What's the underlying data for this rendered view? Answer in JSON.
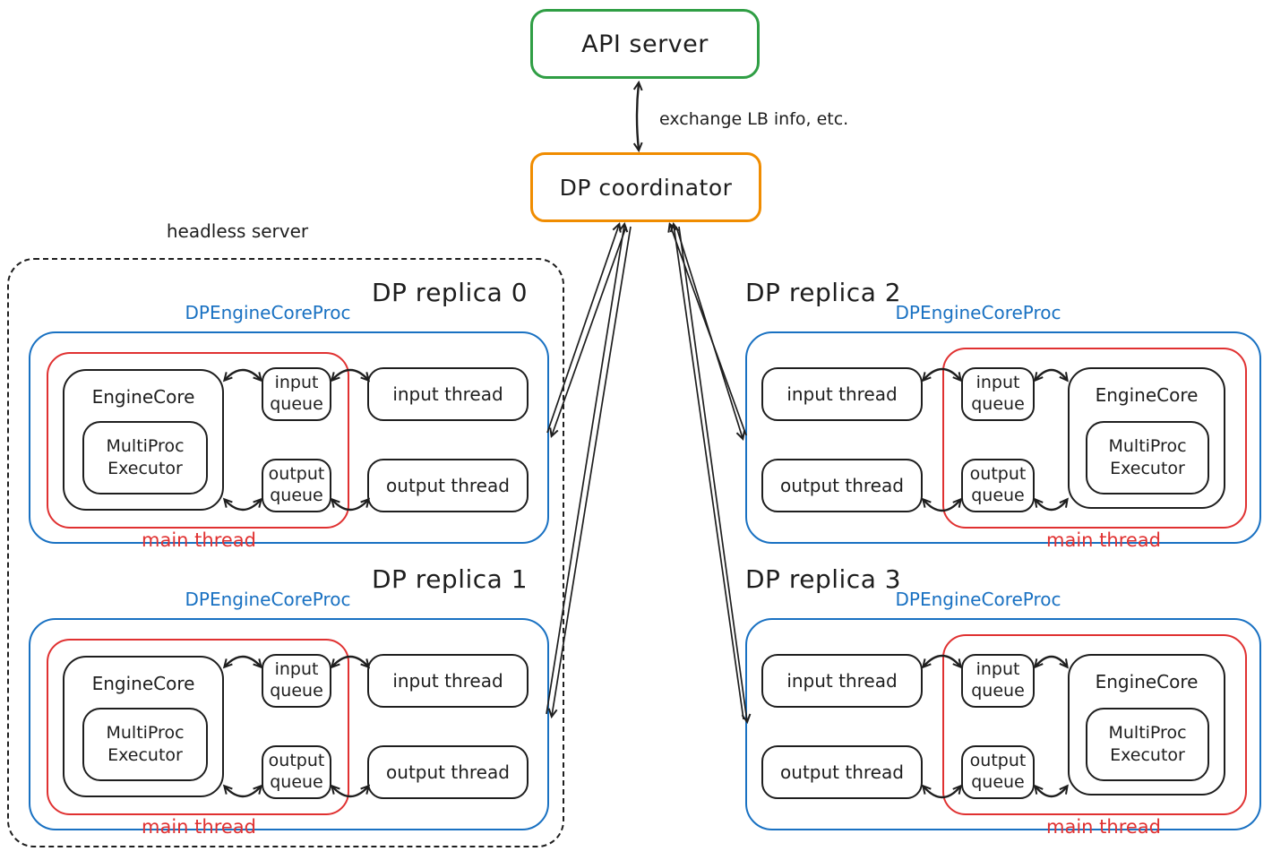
{
  "colors": {
    "api_green": "#2f9e44",
    "coordinator_orange": "#f08c00",
    "proc_blue": "#1971c2",
    "main_thread_red": "#e03131",
    "ink": "#1e1e1e",
    "background": "#ffffff"
  },
  "top": {
    "api_server_label": "API server",
    "coordinator_label": "DP coordinator",
    "exchange_label": "exchange LB info, etc."
  },
  "headless_server_label": "headless server",
  "replicas": [
    {
      "title": "DP replica 0",
      "proc_label": "DPEngineCoreProc",
      "engine_core": "EngineCore",
      "executor": "MultiProc\nExecutor",
      "input_queue": "input\nqueue",
      "output_queue": "output\nqueue",
      "input_thread": "input thread",
      "output_thread": "output thread",
      "main_thread": "main thread"
    },
    {
      "title": "DP replica 1",
      "proc_label": "DPEngineCoreProc",
      "engine_core": "EngineCore",
      "executor": "MultiProc\nExecutor",
      "input_queue": "input\nqueue",
      "output_queue": "output\nqueue",
      "input_thread": "input thread",
      "output_thread": "output thread",
      "main_thread": "main thread"
    },
    {
      "title": "DP replica 2",
      "proc_label": "DPEngineCoreProc",
      "engine_core": "EngineCore",
      "executor": "MultiProc\nExecutor",
      "input_queue": "input\nqueue",
      "output_queue": "output\nqueue",
      "input_thread": "input thread",
      "output_thread": "output thread",
      "main_thread": "main thread"
    },
    {
      "title": "DP replica 3",
      "proc_label": "DPEngineCoreProc",
      "engine_core": "EngineCore",
      "executor": "MultiProc\nExecutor",
      "input_queue": "input\nqueue",
      "output_queue": "output\nqueue",
      "input_thread": "input thread",
      "output_thread": "output thread",
      "main_thread": "main thread"
    }
  ]
}
